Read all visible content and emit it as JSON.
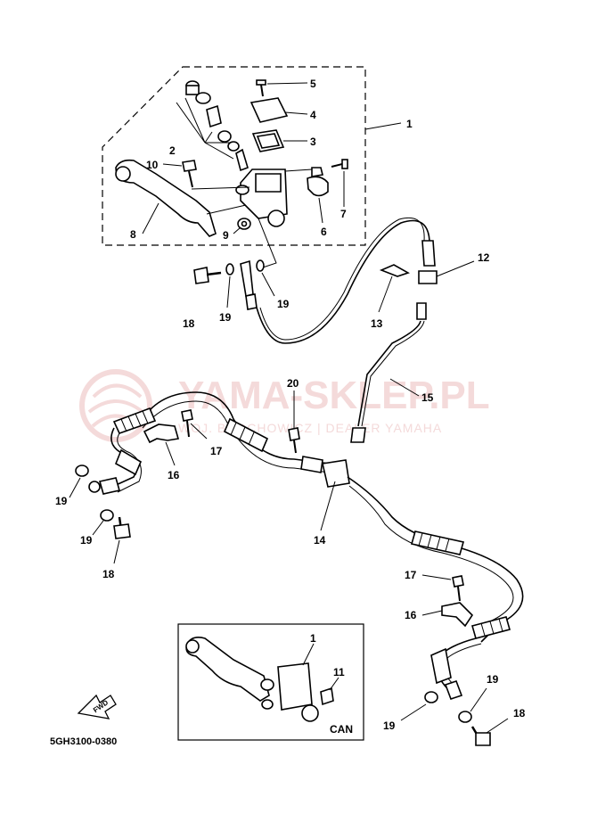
{
  "watermark": {
    "brand": "YAMA-SKLEP.PL",
    "dealer": "WOJ. BROCHOWICZ | DEALER YAMAHA"
  },
  "callouts": [
    {
      "id": "c1",
      "label": "1"
    },
    {
      "id": "c2",
      "label": "2"
    },
    {
      "id": "c3",
      "label": "3"
    },
    {
      "id": "c4",
      "label": "4"
    },
    {
      "id": "c5",
      "label": "5"
    },
    {
      "id": "c6",
      "label": "6"
    },
    {
      "id": "c7",
      "label": "7"
    },
    {
      "id": "c8",
      "label": "8"
    },
    {
      "id": "c9",
      "label": "9"
    },
    {
      "id": "c10",
      "label": "10"
    },
    {
      "id": "c12",
      "label": "12"
    },
    {
      "id": "c13",
      "label": "13"
    },
    {
      "id": "c15",
      "label": "15"
    },
    {
      "id": "c18a",
      "label": "18"
    },
    {
      "id": "c19a",
      "label": "19"
    },
    {
      "id": "c19b",
      "label": "19"
    },
    {
      "id": "c20",
      "label": "20"
    },
    {
      "id": "c17a",
      "label": "17"
    },
    {
      "id": "c16a",
      "label": "16"
    },
    {
      "id": "c19c",
      "label": "19"
    },
    {
      "id": "c19d",
      "label": "19"
    },
    {
      "id": "c18b",
      "label": "18"
    },
    {
      "id": "c14",
      "label": "14"
    },
    {
      "id": "c17b",
      "label": "17"
    },
    {
      "id": "c16b",
      "label": "16"
    },
    {
      "id": "c19e",
      "label": "19"
    },
    {
      "id": "c19f",
      "label": "19"
    },
    {
      "id": "c18c",
      "label": "18"
    },
    {
      "id": "c1b",
      "label": "1"
    },
    {
      "id": "c11",
      "label": "11"
    }
  ],
  "inset_label": "CAN",
  "fwd_label": "FWD",
  "drawing_code": "5GH3100-0380"
}
